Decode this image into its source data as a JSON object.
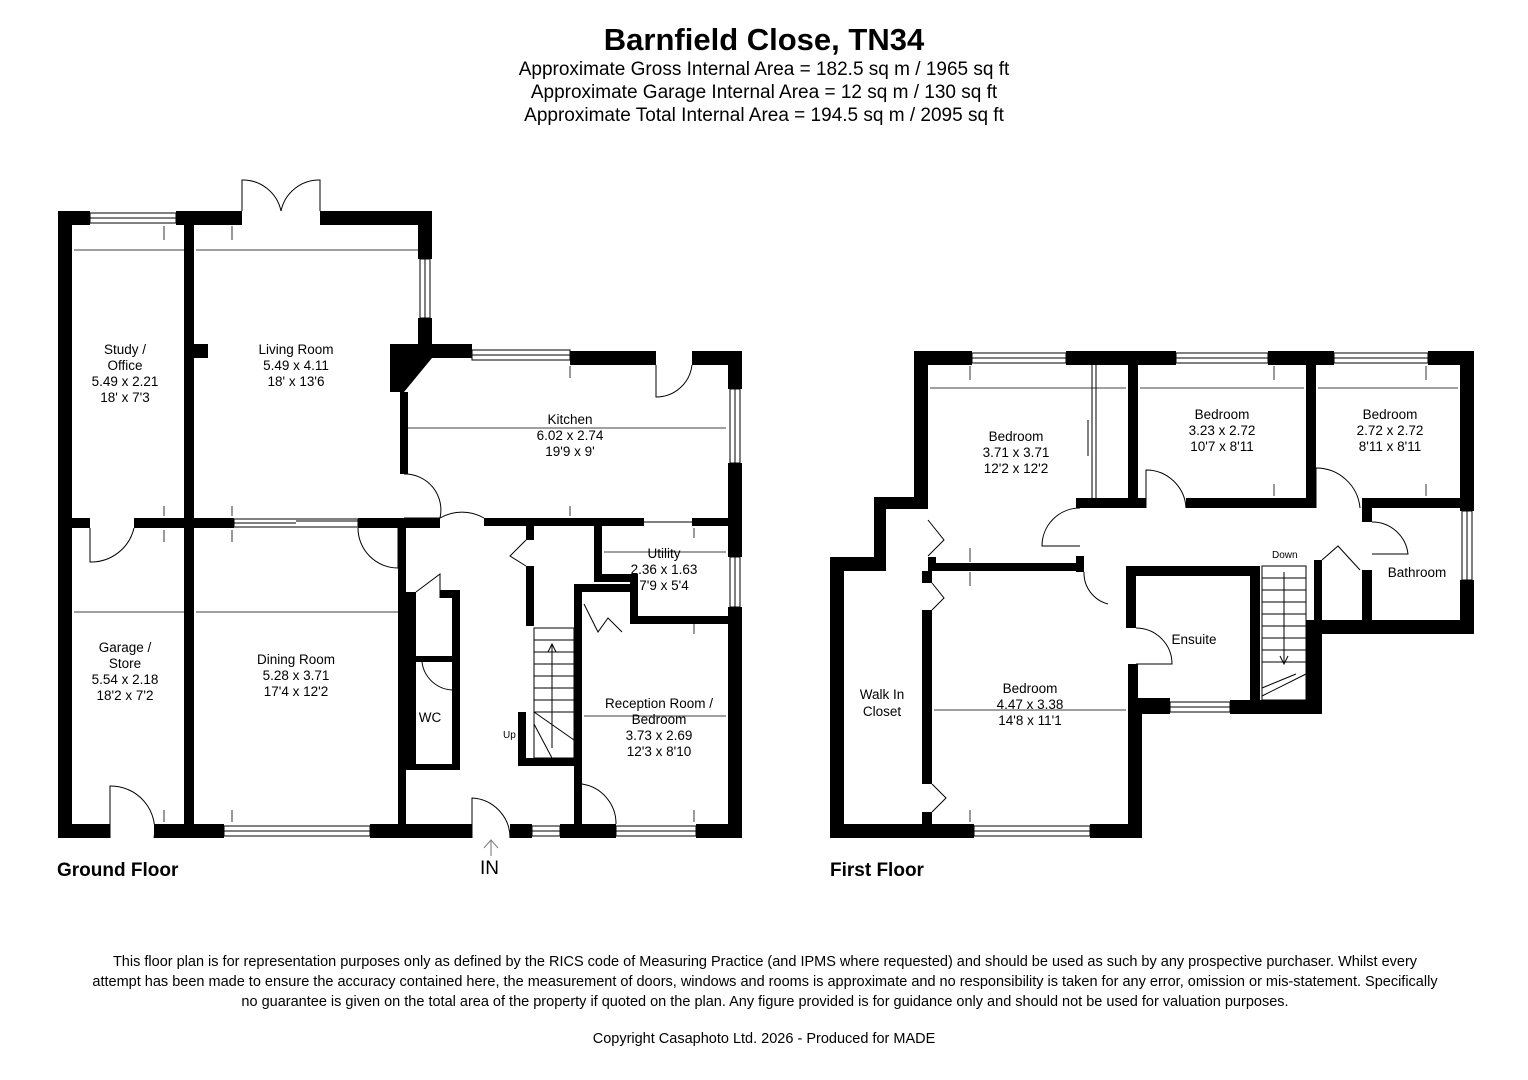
{
  "header": {
    "title": "Barnfield Close, TN34",
    "gross_area": "Approximate Gross Internal Area = 182.5 sq m / 1965 sq ft",
    "garage_area": "Approximate Garage Internal Area = 12 sq m / 130 sq ft",
    "total_area": "Approximate Total Internal Area = 194.5 sq m / 2095 sq ft"
  },
  "ground_floor": {
    "label": "Ground Floor",
    "entrance_label": "IN",
    "stairs_label": "Up",
    "rooms": [
      {
        "lines": [
          "Study /",
          "Office",
          "5.49 x 2.21",
          "18' x 7'3"
        ]
      },
      {
        "lines": [
          "Living Room",
          "5.49 x 4.11",
          "18' x 13'6"
        ]
      },
      {
        "lines": [
          "Kitchen",
          "6.02 x 2.74",
          "19'9 x 9'"
        ]
      },
      {
        "lines": [
          "Utility",
          "2.36 x 1.63",
          "7'9 x 5'4"
        ]
      },
      {
        "lines": [
          "Garage /",
          "Store",
          "5.54 x 2.18",
          "18'2 x 7'2"
        ]
      },
      {
        "lines": [
          "Dining Room",
          "5.28 x 3.71",
          "17'4 x 12'2"
        ]
      },
      {
        "lines": [
          "WC"
        ]
      },
      {
        "lines": [
          "Reception Room /",
          "Bedroom",
          "3.73 x 2.69",
          "12'3 x 8'10"
        ]
      }
    ]
  },
  "first_floor": {
    "label": "First Floor",
    "stairs_label": "Down",
    "rooms": [
      {
        "lines": [
          "Bedroom",
          "3.71 x 3.71",
          "12'2 x 12'2"
        ]
      },
      {
        "lines": [
          "Bedroom",
          "3.23 x 2.72",
          "10'7 x 8'11"
        ]
      },
      {
        "lines": [
          "Bedroom",
          "2.72 x 2.72",
          "8'11 x 8'11"
        ]
      },
      {
        "lines": [
          "Bathroom"
        ]
      },
      {
        "lines": [
          "Ensuite"
        ]
      },
      {
        "lines": [
          "Walk In",
          "Closet"
        ]
      },
      {
        "lines": [
          "Bedroom",
          "4.47 x 3.38",
          "14'8 x 11'1"
        ]
      }
    ]
  },
  "footer": {
    "disclaimer": "This floor plan is for representation purposes only as defined by the RICS code of Measuring Practice (and IPMS where requested) and should be used as such by any prospective purchaser. Whilst every attempt has been made to ensure the accuracy contained here, the measurement of doors, windows and rooms is approximate and no responsibility is taken for any error, omission or mis-statement. Specifically no guarantee is given on the total area of the property if quoted on the plan. Any figure provided is for guidance only and should not be used for valuation purposes.",
    "copyright": "Copyright Casaphoto Ltd. 2026 - Produced for MADE"
  }
}
